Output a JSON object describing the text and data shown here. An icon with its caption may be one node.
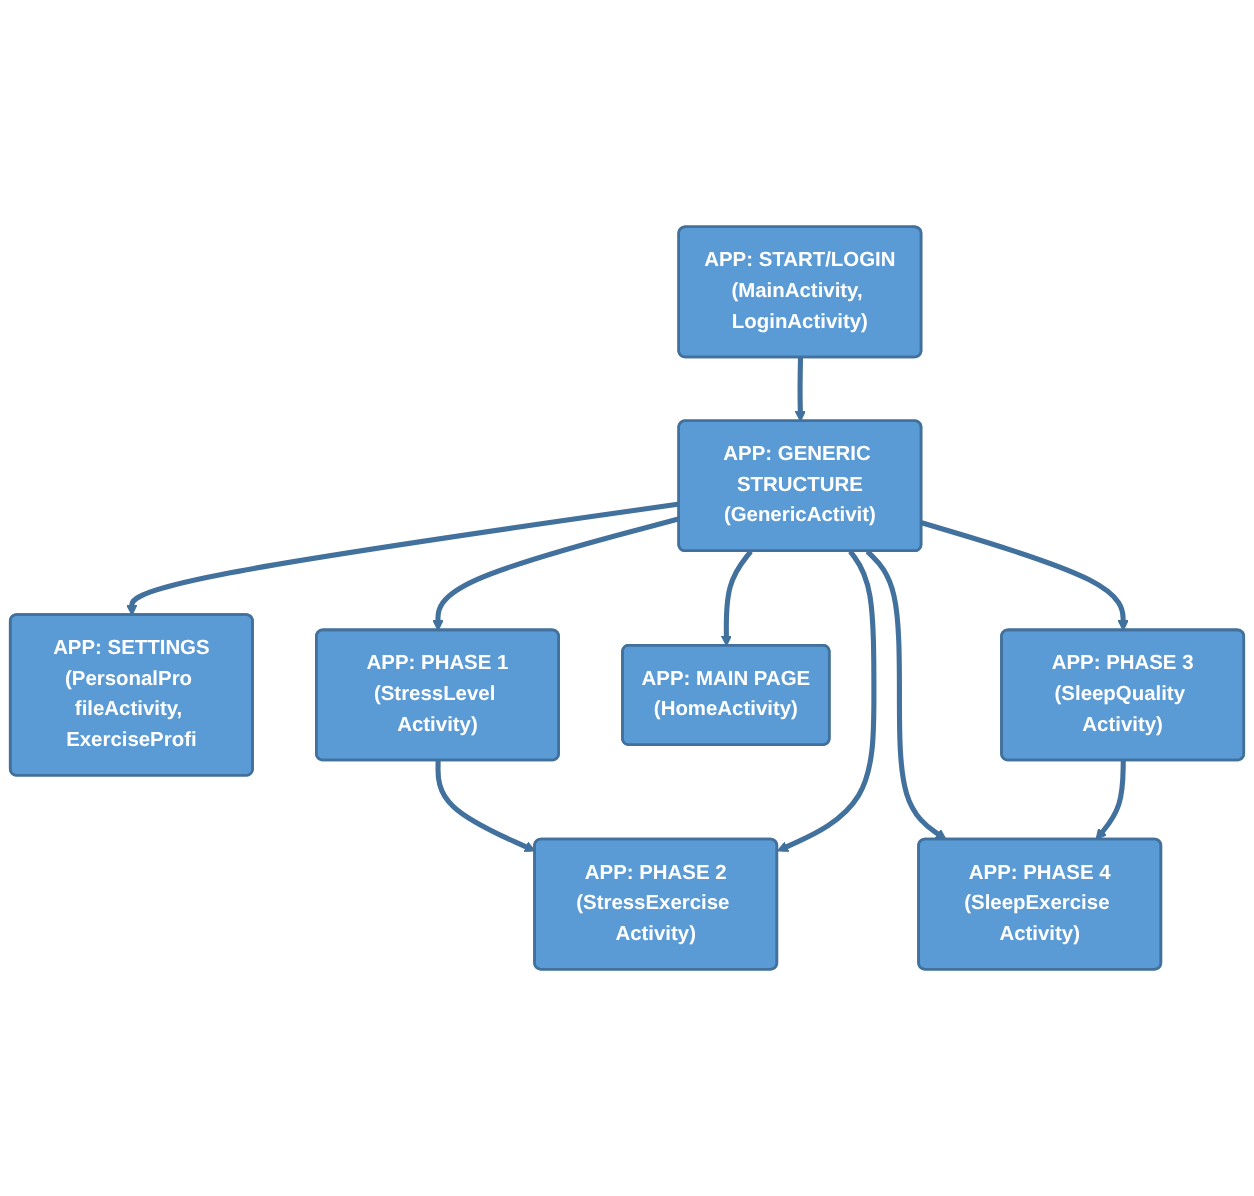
{
  "diagram": {
    "nodes": [
      {
        "text": [
          "APP: START/LOGIN",
          "(MainActivity, LoginActivity)"
        ]
      },
      {
        "text": [
          "APP: SETTINGS",
          "(PersonalPro fileActivity, ExerciseProfi"
        ]
      },
      {
        "text": [
          "APP: PHASE 1",
          "(StressLevel Activity)"
        ]
      },
      {
        "text": [
          "APP: MAIN PAGE",
          "(HomeActivity)"
        ]
      },
      {
        "text": [
          "APP: GENERIC STRUCTURE",
          "(GenericActivit)"
        ]
      },
      {
        "text": [
          "APP: PHASE 2",
          "(StressExercise Activity)"
        ]
      },
      {
        "text": [
          "APP: PHASE 3",
          "(SleepQuality Activity)"
        ]
      },
      {
        "text": [
          "APP: PHASE 4",
          "(SleepExercise Activity)"
        ]
      }
    ],
    "edges": [
      {
        "from": 0,
        "to": 4,
        "arrow": "to"
      },
      {
        "from": 4,
        "to": 1,
        "arrow": "to"
      },
      {
        "from": 4,
        "to": 2,
        "arrow": "to"
      },
      {
        "from": 2,
        "to": 5,
        "arrow": "to"
      },
      {
        "from": 4,
        "to": 3,
        "arrow": "to"
      },
      {
        "from": 4,
        "to": 5,
        "arrow": "to"
      },
      {
        "from": 4,
        "to": 6,
        "arrow": "to"
      },
      {
        "from": 4,
        "to": 7,
        "arrow": "to"
      },
      {
        "from": 6,
        "to": 7,
        "arrow": "to"
      }
    ]
  }
}
